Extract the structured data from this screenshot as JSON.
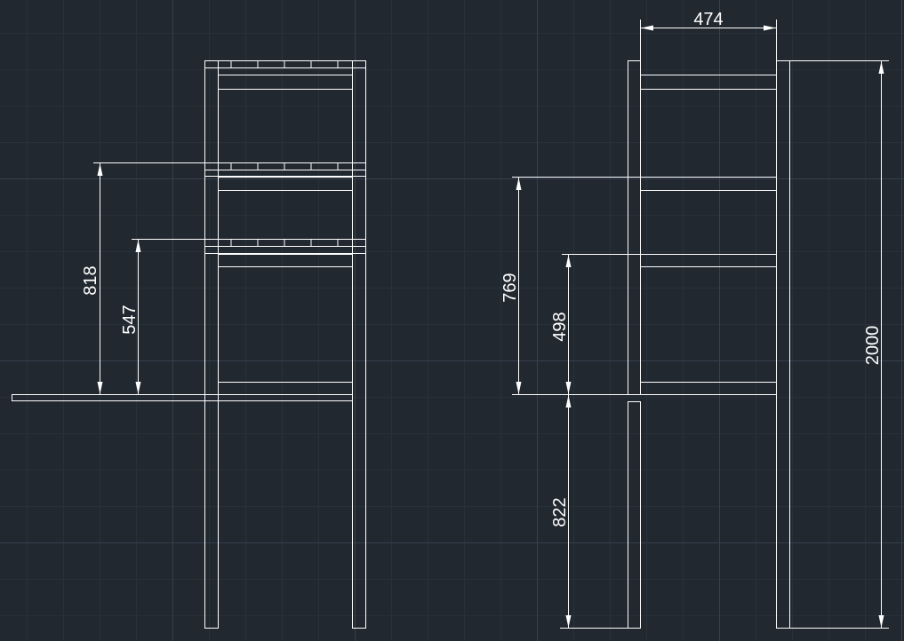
{
  "dimensions": {
    "front_view": {
      "upper_shelf_height": "818",
      "lower_shelf_height": "547"
    },
    "side_view": {
      "shelf_depth": "474",
      "upper_shelf_height": "769",
      "lower_shelf_height": "498",
      "table_height": "822",
      "overall_height": "2000"
    }
  },
  "colors": {
    "background": "#212830",
    "linework": "#ffffff",
    "grid_major": "#34404c",
    "grid_minor": "#283039"
  }
}
